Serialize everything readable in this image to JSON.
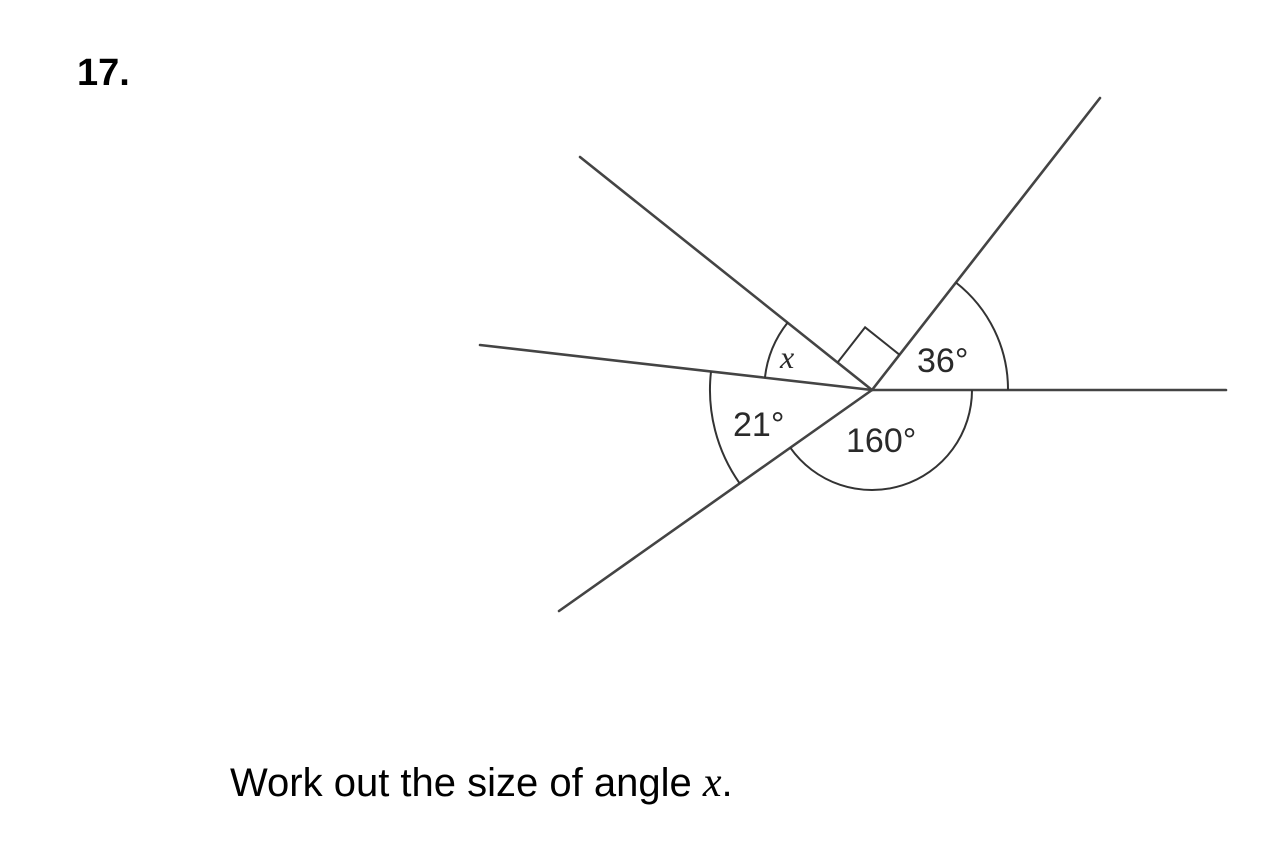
{
  "question": {
    "number": "17.",
    "text_before": "Work out the size of angle ",
    "variable": "x",
    "text_after": "."
  },
  "diagram": {
    "angles": {
      "x": "x",
      "a36": "36°",
      "a21": "21°",
      "a160": "160°"
    },
    "right_angle_marker": true
  }
}
